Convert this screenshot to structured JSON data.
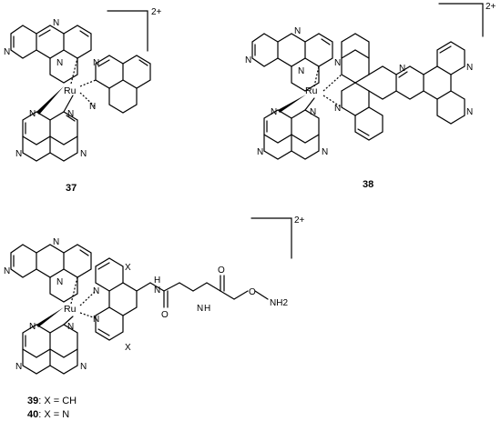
{
  "compounds": {
    "c37": {
      "id": "37",
      "metal": "Ru",
      "charge": "2+"
    },
    "c38": {
      "id": "38",
      "metal": "Ru",
      "charge": "2+"
    },
    "c39_40": {
      "metal": "Ru",
      "charge": "2+",
      "ring_x": "X",
      "nh2": "NH2",
      "oxygen": "O",
      "amide_nh": "H",
      "amide_n": "N",
      "legend": [
        {
          "id": "39",
          "text": ": X = CH"
        },
        {
          "id": "40",
          "text": ": X = N"
        }
      ]
    }
  },
  "atoms": {
    "nitrogen": "N"
  }
}
